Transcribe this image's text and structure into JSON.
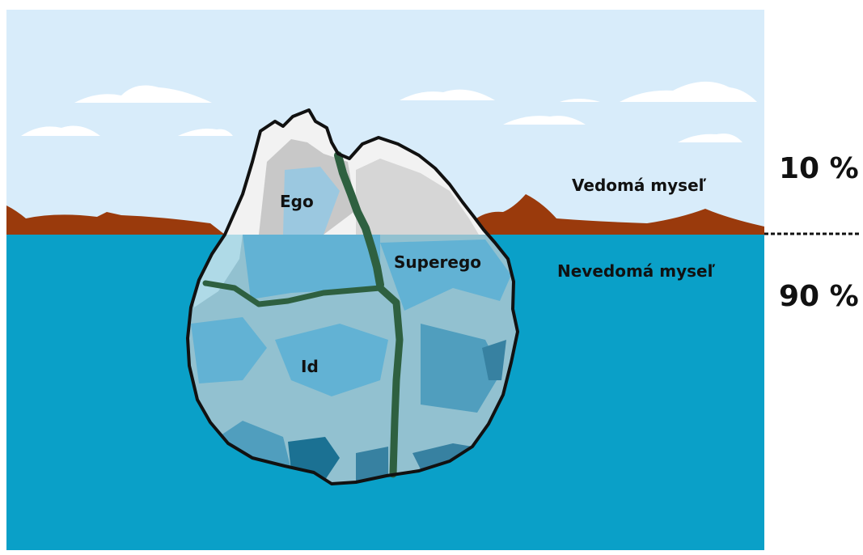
{
  "diagram": {
    "regions": {
      "ego": "Ego",
      "superego": "Superego",
      "id": "Id"
    },
    "levels": {
      "conscious_label": "Vedomá myseľ",
      "unconscious_label": "Nevedomá myseľ",
      "conscious_percent": "10 %",
      "unconscious_percent": "90 %"
    }
  },
  "colors": {
    "sky": "#d8ecfa",
    "water": "#0aa0c8",
    "mountains": "#9a3a0c",
    "ice_white": "#f2f2f2",
    "ice_blue": "#6fb6d6",
    "divider_green": "#2e6040",
    "outline": "#111111"
  }
}
